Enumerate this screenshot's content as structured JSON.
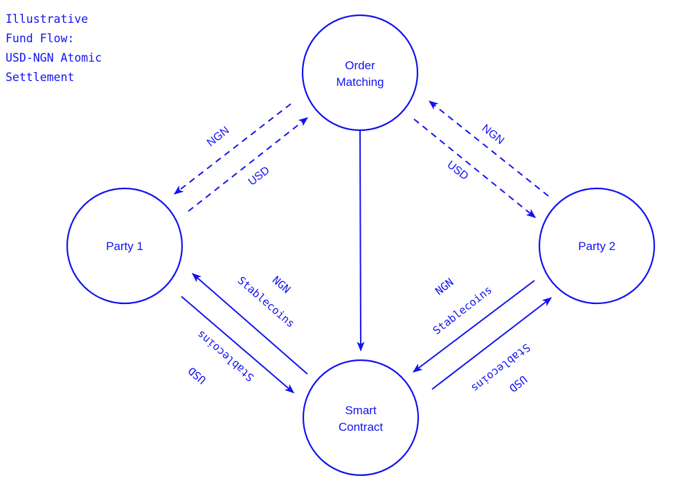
{
  "title": "Illustrative\nFund Flow:\nUSD-NGN Atomic\nSettlement",
  "accent_color": "#1212f0",
  "nodes": {
    "order_matching": {
      "line1": "Order",
      "line2": "Matching"
    },
    "party1": {
      "label": "Party 1"
    },
    "party2": {
      "label": "Party 2"
    },
    "smart_contract": {
      "line1": "Smart",
      "line2": "Contract"
    }
  },
  "edges": {
    "om_to_p1": {
      "label": "NGN",
      "style": "dashed",
      "from": "Order Matching",
      "to": "Party 1"
    },
    "p1_to_om": {
      "label": "USD",
      "style": "dashed",
      "from": "Party 1",
      "to": "Order Matching"
    },
    "p2_to_om": {
      "label": "NGN",
      "style": "dashed",
      "from": "Party 2",
      "to": "Order Matching"
    },
    "om_to_p2": {
      "label": "USD",
      "style": "dashed",
      "from": "Order Matching",
      "to": "Party 2"
    },
    "om_to_sc": {
      "label": "",
      "style": "solid",
      "from": "Order Matching",
      "to": "Smart Contract"
    },
    "sc_to_p1": {
      "line1": "NGN",
      "line2": "Stablecoins",
      "style": "solid",
      "from": "Smart Contract",
      "to": "Party 1"
    },
    "p1_to_sc": {
      "line1": "USD",
      "line2": "Stablecoins",
      "style": "solid",
      "from": "Party 1",
      "to": "Smart Contract"
    },
    "p2_to_sc": {
      "line1": "NGN",
      "line2": "Stablecoins",
      "style": "solid",
      "from": "Party 2",
      "to": "Smart Contract"
    },
    "sc_to_p2": {
      "line1": "USD",
      "line2": "Stablecoins",
      "style": "solid",
      "from": "Smart Contract",
      "to": "Party 2"
    }
  }
}
